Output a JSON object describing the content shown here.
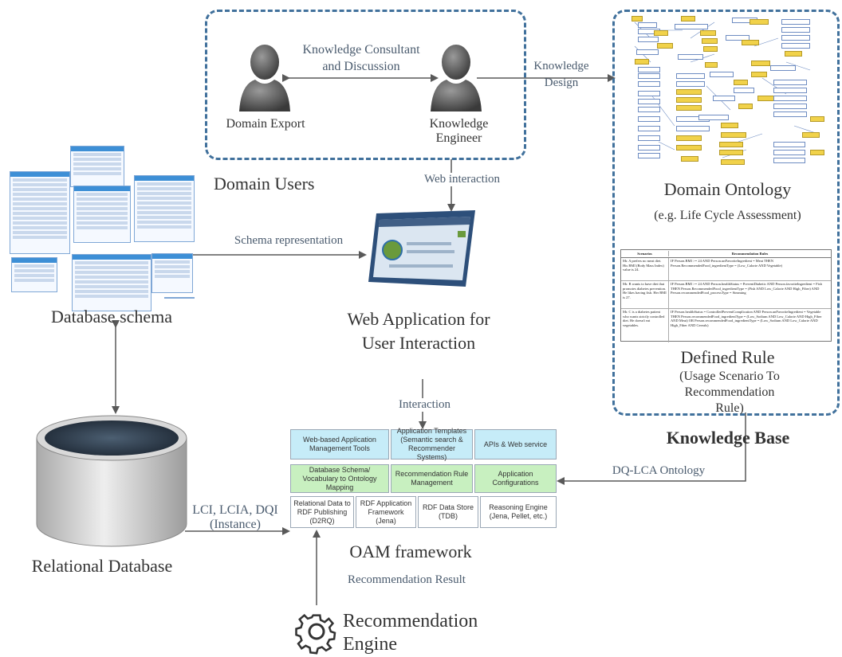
{
  "domain_users": {
    "title": "Domain Users",
    "domain_expert": "Domain Export",
    "knowledge_engineer": "Knowledge Engineer",
    "consult_label": "Knowledge Consultant and Discussion",
    "design_label": "Knowledge Design",
    "web_interaction_label": "Web interaction"
  },
  "database_schema": {
    "title": "Database schema",
    "schema_edge_label": "Schema representation"
  },
  "web_application": {
    "title": "Web Application for User Interaction",
    "interaction_label": "Interaction"
  },
  "knowledge_base": {
    "title": "Knowledge Base",
    "ontology_title": "Domain Ontology",
    "ontology_subtitle": "(e.g. Life Cycle Assessment)",
    "rule_title": "Defined Rule",
    "rule_subtitle": "(Usage Scenario To Recommendation Rule)",
    "rule_table": {
      "headers": [
        "Scenarios",
        "Recommendation Rules"
      ],
      "rows": [
        [
          "Mr. A prefers no meat diet. His BMI (Body Mass Index) value is 24.",
          "IF Person.BMI >= 24 AND Person.unFavoriteIngredient = Meat THEN Person.RecommendedFood_ingredientType = (Low_Calorie AND Vegetable)"
        ],
        [
          "Mr. B wants to have diet that promotes diabetes prevention. He likes having fish. Her BMI is 27.",
          "IF Person.BMI >= 24 AND Person.healthStatus = PreventDiabetic AND Person.favoriteIngredient = Fish THEN Person.RecommendedFood_ingredientType = (Fish AND Low_Calorie AND High_Fiber) AND Person.recommendedFood_processType = Steaming"
        ],
        [
          "Mr. C is a diabetes patient who wants strictly controlled diet. He doesn't eat vegetables.",
          "IF Person.healthStatus = ControlledPreventComplication AND Person.unFavoriteIngredient = Vegetable THEN Person.recommendedFood_ingredientType = (Low_Sodium AND Low_Calorie AND High_Fiber AND Meat) OR Person.recommendedFood_ingredientType = (Low_Sodium AND Low_Calorie AND High_Fiber AND Cereals)"
        ]
      ]
    }
  },
  "relational_database": {
    "title": "Relational Database",
    "edge_label": "LCI, LCIA, DQI (Instance)"
  },
  "oam": {
    "title": "OAM framework",
    "dqlca_label": "DQ-LCA Ontology",
    "row1": [
      "Web-based Application Management Tools",
      "Application Templates (Semantic search & Recommender Systems)",
      "APIs & Web service"
    ],
    "row2": [
      "Database Schema/ Vocabulary to Ontology Mapping",
      "Recommendation Rule Management",
      "Application Configurations"
    ],
    "row3": [
      "Relational Data to RDF Publishing (D2RQ)",
      "RDF Application Framework (Jena)",
      "RDF Data Store (TDB)",
      "Reasoning Engine (Jena, Pellet, etc.)"
    ]
  },
  "recommendation": {
    "result_label": "Recommendation Result",
    "engine_title": "Recommendation Engine"
  },
  "colors": {
    "dashed_border": "#41719c",
    "arrow": "#595959",
    "cyan_cell": "#c6ecf8",
    "green_cell": "#c8f0c0"
  }
}
